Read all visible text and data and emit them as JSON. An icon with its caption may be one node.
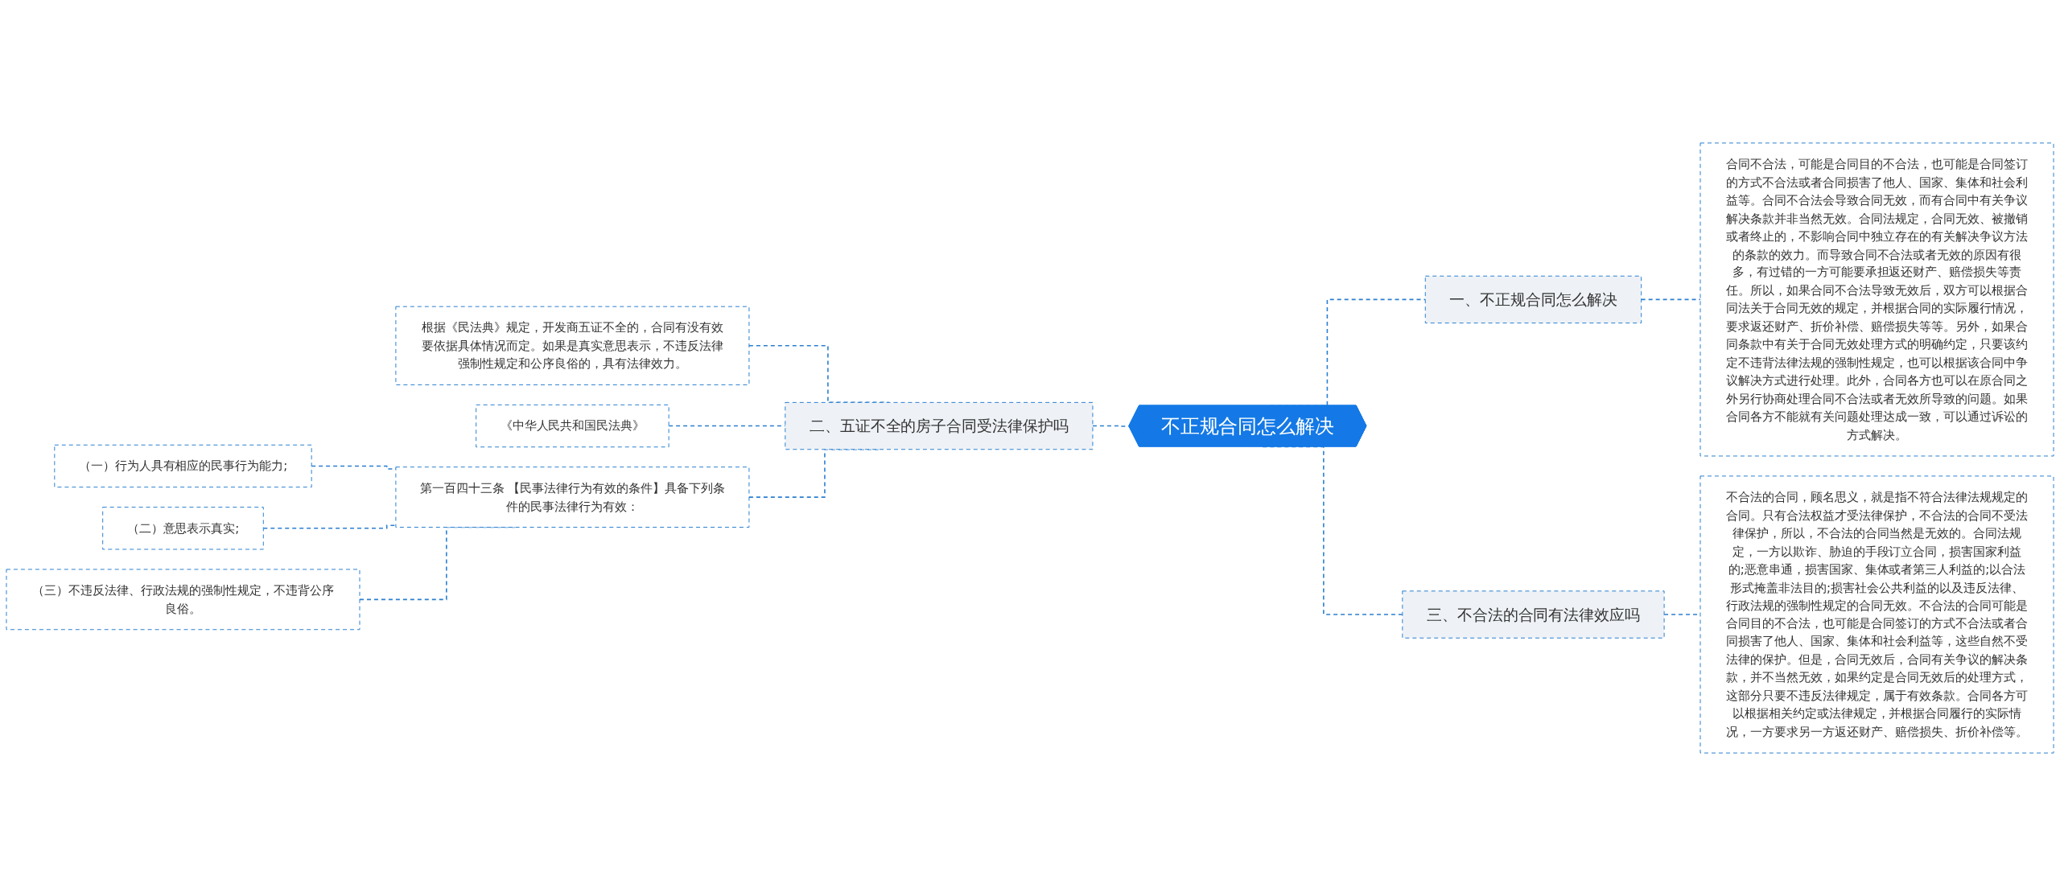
{
  "diagram": {
    "nodes": [
      {
        "text": [
          "不正规合同怎么解决"
        ]
      },
      {
        "text": [
          "一、不正规合同怎么解决"
        ]
      },
      {
        "text": [
          "合同不合法，可能是合同目的不合法，也可能是合同签订的方式不合法或者合同损害了他人、国家、集体和社会利益等。合同不合法会导致合同无效，而有合同中有关争议解决条款并非当然无效。合同法规定，合同无效、被撤销或者终止的，不影响合同中独立存在的有关解决争议方法的条款的效力。而导致合同不合法或者无效的原因有很多，有过错的一方可能要承担返还财产、赔偿损失等责任。所以，如果合同不合法导致无效后，双方可以根据合同法关于合同无效的规定，并根据合同的实际履行情况，要求返还财产、折价补偿、赔偿损失等等。另外，如果合同条款中有关于合同无效处理方式的明确约定，只要该约定不违背法律法规的强制性规定，也可以根据该合同中争议解决方式进行处理。此外，合同各方也可以在原合同之外另行协商处理合同不合法或者无效所导致的问题。如果合同各方不能就有关问题处理达成一致，可以通过诉讼的方式解决。"
        ]
      },
      {
        "text": [
          "三、不合法的合同有法律效应吗"
        ]
      },
      {
        "text": [
          "不合法的合同，顾名思义，就是指不符合法律法规规定的合同。只有合法权益才受法律保护，不合法的合同不受法律保护，所以，不合法的合同当然是无效的。合同法规定，一方以欺诈、胁迫的手段订立合同，损害国家利益的;恶意串通，损害国家、集体或者第三人利益的;以合法形式掩盖非法目的;损害社会公共利益的以及违反法律、行政法规的强制性规定的合同无效。不合法的合同可能是合同目的不合法，也可能是合同签订的方式不合法或者合同损害了他人、国家、集体和社会利益等，这些自然不受法律的保护。但是，合同无效后，合同有关争议的解决条款，并不当然无效，如果约定是合同无效后的处理方式，这部分只要不违反法律规定，属于有效条款。合同各方可以根据相关约定或法律规定，并根据合同履行的实际情况，一方要求另一方返还财产、赔偿损失、折价补偿等。"
        ]
      },
      {
        "text": [
          "二、五证不全的房子合同受法律保护吗"
        ]
      },
      {
        "text": [
          "根据《民法典》规定，开发商五证不全的，合同有没有效要依据具体情况而定。如果是真实意思表示，不违反法律强制性规定和公序良俗的，具有法律效力。"
        ]
      },
      {
        "text": [
          "《中华人民共和国民法典》"
        ]
      },
      {
        "text": [
          "第一百四十三条 【民事法律行为有效的条件】具备下列条件的民事法律行为有效："
        ]
      },
      {
        "text": [
          "（一）行为人具有相应的民事行为能力;"
        ]
      },
      {
        "text": [
          "（二）意思表示真实;"
        ]
      },
      {
        "text": [
          "（三）不违反法律、行政法规的强制性规定，不违背公序良俗。"
        ]
      }
    ],
    "edges": [
      {
        "from": 0,
        "to": 1,
        "arrow": "none",
        "style": "dashed"
      },
      {
        "from": 1,
        "to": 2,
        "arrow": "none",
        "style": "dashed"
      },
      {
        "from": 0,
        "to": 3,
        "arrow": "none",
        "style": "dashed"
      },
      {
        "from": 3,
        "to": 4,
        "arrow": "none",
        "style": "dashed"
      },
      {
        "from": 0,
        "to": 5,
        "arrow": "none",
        "style": "dashed"
      },
      {
        "from": 5,
        "to": 6,
        "arrow": "none",
        "style": "dashed"
      },
      {
        "from": 5,
        "to": 7,
        "arrow": "none",
        "style": "dashed"
      },
      {
        "from": 5,
        "to": 8,
        "arrow": "none",
        "style": "dashed"
      },
      {
        "from": 8,
        "to": 9,
        "arrow": "none",
        "style": "dashed"
      },
      {
        "from": 8,
        "to": 10,
        "arrow": "none",
        "style": "dashed"
      },
      {
        "from": 8,
        "to": 11,
        "arrow": "none",
        "style": "dashed"
      }
    ]
  }
}
